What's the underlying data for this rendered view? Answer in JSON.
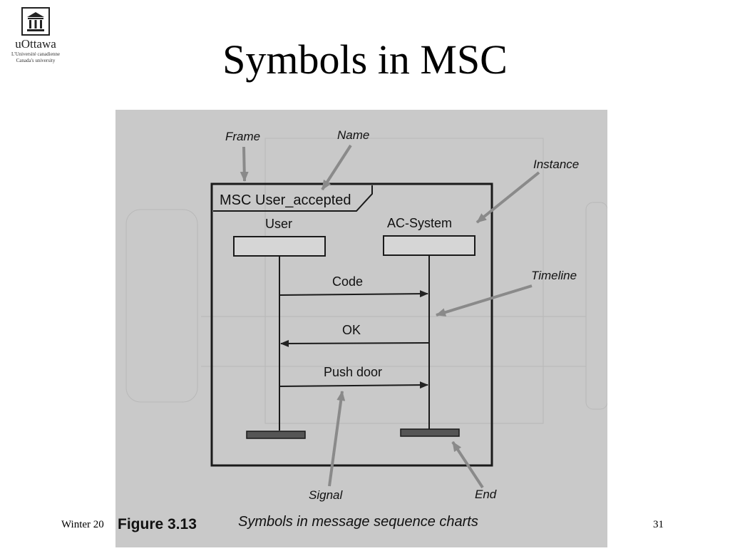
{
  "logo": {
    "brand": "uOttawa",
    "tagline_fr": "L'Université canadienne",
    "tagline_en": "Canada's university"
  },
  "slide": {
    "title": "Symbols in MSC",
    "footer_left": "Winter 20",
    "page_number": "31"
  },
  "figure": {
    "caption_number": "Figure 3.13",
    "caption_text": "Symbols in message sequence charts",
    "labels": {
      "frame": "Frame",
      "name": "Name",
      "instance": "Instance",
      "timeline": "Timeline",
      "signal": "Signal",
      "end": "End"
    },
    "msc_name": "MSC User_accepted",
    "instances": [
      "User",
      "AC-System"
    ],
    "messages": [
      {
        "label": "Code",
        "from": "User",
        "to": "AC-System"
      },
      {
        "label": "OK",
        "from": "AC-System",
        "to": "User"
      },
      {
        "label": "Push door",
        "from": "User",
        "to": "AC-System"
      }
    ]
  }
}
